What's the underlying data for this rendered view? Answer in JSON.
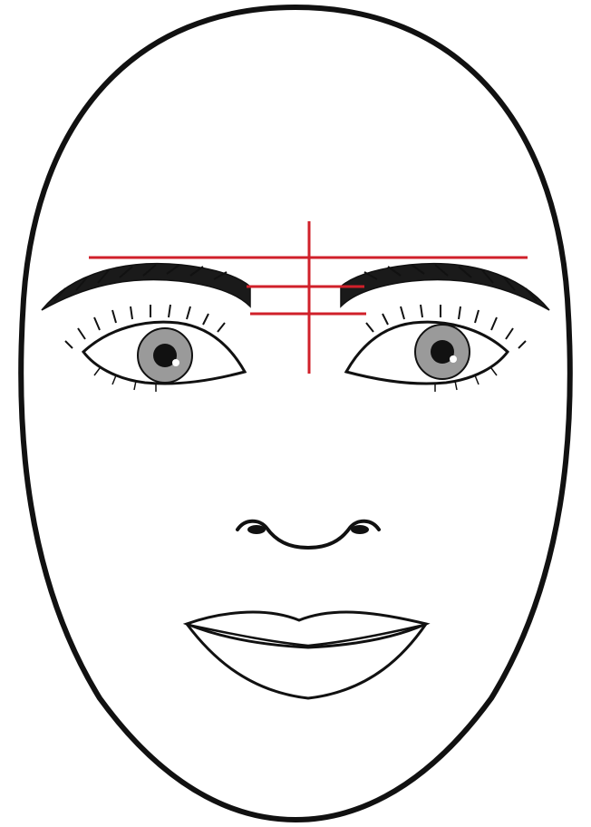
{
  "figure": {
    "description_visible_text": "",
    "colors": {
      "background": "#ffffff",
      "ink": "#111111",
      "iris": "#9a9a9a",
      "pupil": "#111111",
      "guide_lines": "#d0202a"
    },
    "icons": [
      "face-outline",
      "left-eyebrow",
      "right-eyebrow",
      "left-eye",
      "right-eye",
      "nose",
      "lips"
    ],
    "guide_lines": {
      "count": 4,
      "types": [
        "brow-level-horizontal",
        "upper-brow-start-horizontal",
        "lower-brow-start-horizontal",
        "center-vertical"
      ]
    }
  }
}
